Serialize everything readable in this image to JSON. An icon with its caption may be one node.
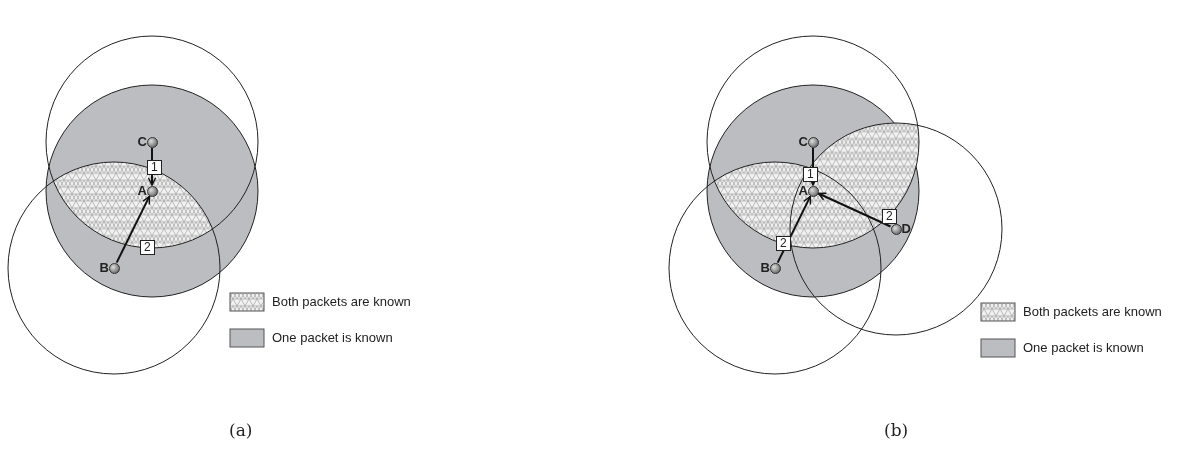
{
  "diagram": {
    "nodes": [
      {
        "text": [
          "C"
        ]
      },
      {
        "text": [
          "A"
        ]
      },
      {
        "text": [
          "B"
        ]
      },
      {
        "text": [
          "C"
        ]
      },
      {
        "text": [
          "A"
        ]
      },
      {
        "text": [
          "B"
        ]
      },
      {
        "text": [
          "D"
        ]
      }
    ],
    "edges": [
      {
        "from": 0,
        "to": 1,
        "arrow": "to",
        "label": "1"
      },
      {
        "from": 2,
        "to": 1,
        "arrow": "to",
        "label": "2"
      },
      {
        "from": 3,
        "to": 4,
        "arrow": "to",
        "label": "1"
      },
      {
        "from": 5,
        "to": 4,
        "arrow": "to",
        "label": "2"
      },
      {
        "from": 6,
        "to": 4,
        "arrow": "to",
        "label": "2"
      }
    ],
    "labels": [
      "(a)",
      "(b)"
    ],
    "legend": [
      {
        "text": "Both packets are known"
      },
      {
        "text": "One packet is known",
        "color": "#bcbdc0"
      },
      {
        "text": "Both packets are known"
      },
      {
        "text": "One packet is known",
        "color": "#bcbdc0"
      }
    ]
  }
}
